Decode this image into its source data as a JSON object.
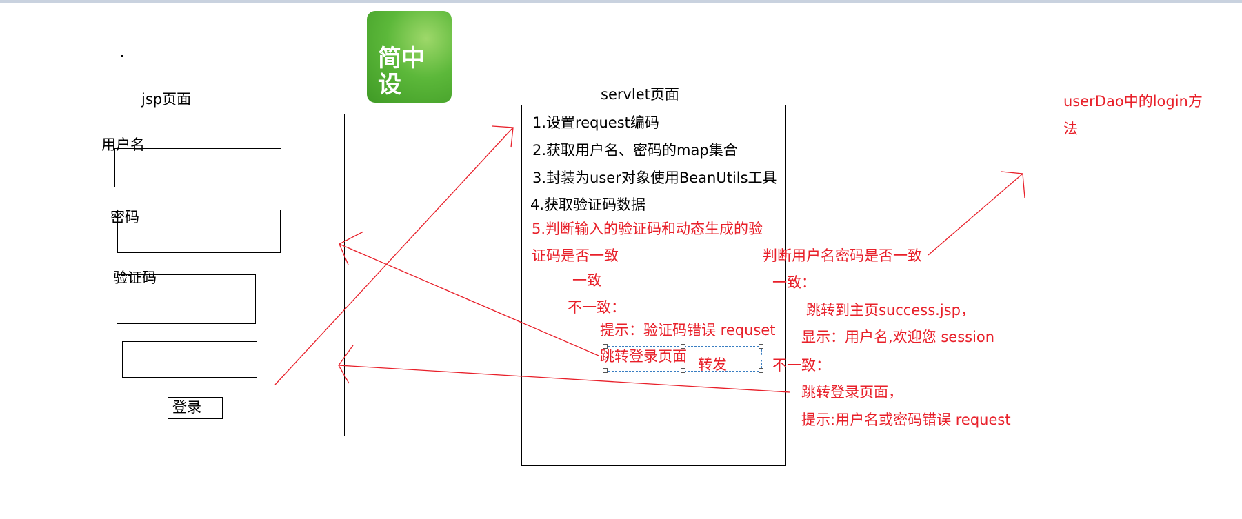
{
  "jsp": {
    "title": "jsp页面",
    "username_label": "用户名",
    "password_label": "密码",
    "captcha_label": "验证码",
    "login_button": "登录"
  },
  "logo": {
    "text": "简中设"
  },
  "servlet": {
    "title": "servlet页面",
    "step1": "1.设置request编码",
    "step2": "2.获取用户名、密码的map集合",
    "step3": "3.封装为user对象使用BeanUtils工具",
    "step4": "4.获取验证码数据",
    "step5a": "5.判断输入的验证码和动态生成的验",
    "step5b": "证码是否一致",
    "match": "一致",
    "mismatch": "不一致：",
    "hint": "提示：验证码错误  requset",
    "goto_login": "跳转登录页面",
    "forward": "转发"
  },
  "check": {
    "title": "判断用户名密码是否一致",
    "match": "一致：",
    "goto_success": "跳转到主页success.jsp，",
    "show": "显示：用户名,欢迎您 session",
    "mismatch": "不一致：",
    "goto_login": "跳转登录页面，",
    "hint": "提示:用户名或密码错误 request"
  },
  "dao": {
    "line1": "userDao中的login方",
    "line2": "法"
  },
  "colors": {
    "accent": "#e8202a",
    "ink": "#000000",
    "logo_green": "#5cb83a"
  }
}
